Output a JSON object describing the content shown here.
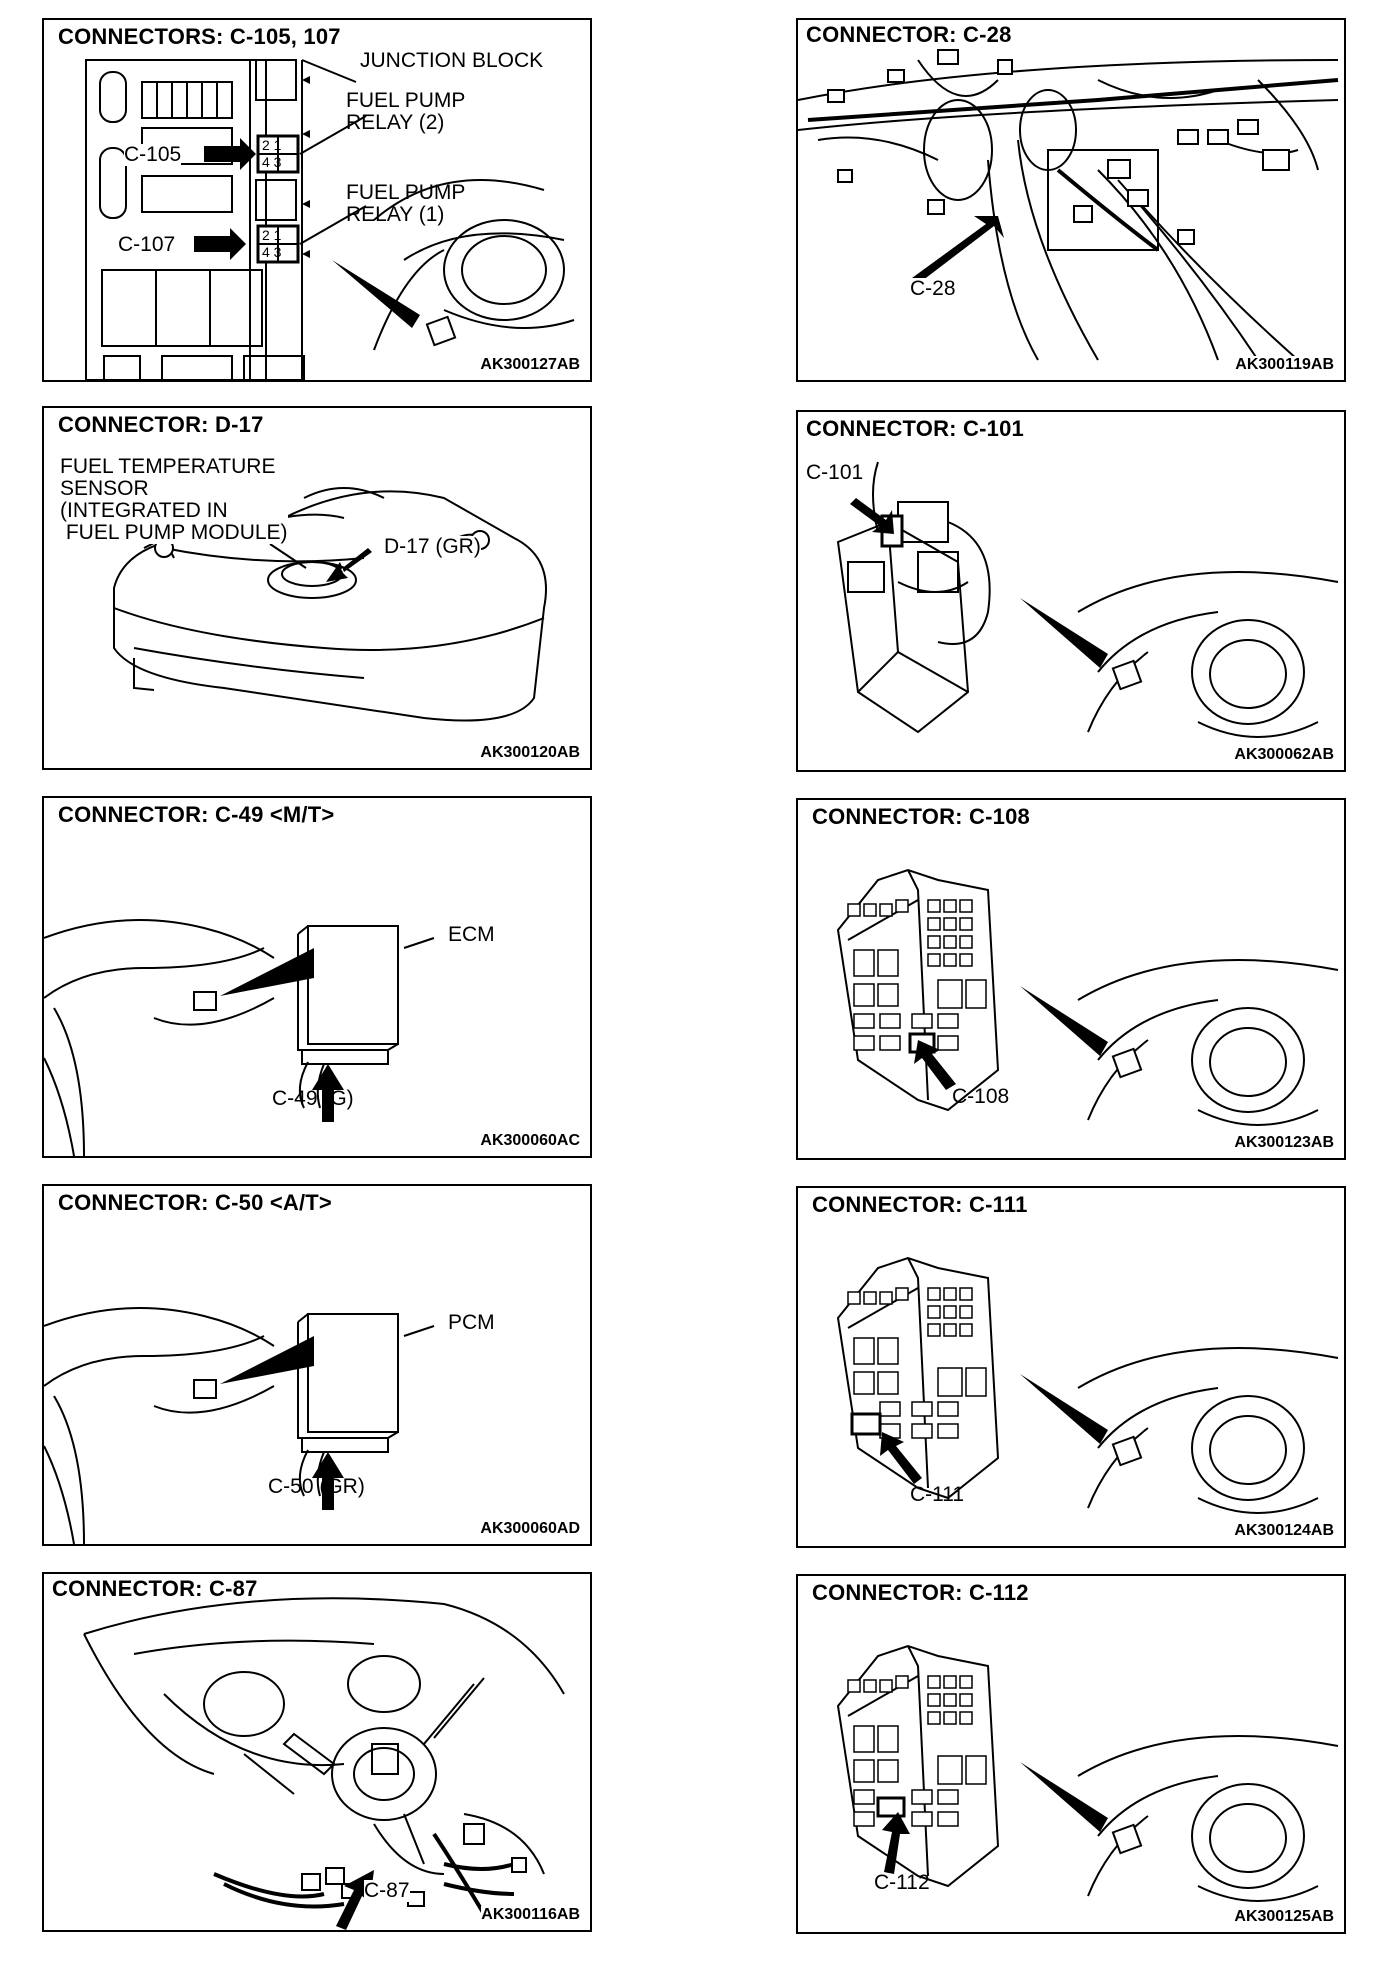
{
  "panels": [
    {
      "title": "CONNECTORS: C-105, 107",
      "code": "AK300127AB",
      "labels": {
        "junction": "JUNCTION BLOCK",
        "relay2": "FUEL PUMP\nRELAY (2)",
        "relay1": "FUEL PUMP\nRELAY (1)",
        "c105": "C-105",
        "c107": "C-107",
        "pins_a": "2 1",
        "pins_b": "4 3"
      }
    },
    {
      "title": "CONNECTOR: C-28",
      "code": "AK300119AB",
      "labels": {
        "conn": "C-28"
      }
    },
    {
      "title": "CONNECTOR: D-17",
      "code": "AK300120AB",
      "labels": {
        "sensor": "FUEL TEMPERATURE\nSENSOR\n(INTEGRATED IN\n FUEL PUMP MODULE)",
        "conn": "D-17 (GR)"
      }
    },
    {
      "title": "CONNECTOR: C-101",
      "code": "AK300062AB",
      "labels": {
        "conn": "C-101"
      }
    },
    {
      "title": "CONNECTOR: C-49 <M/T>",
      "code": "AK300060AC",
      "labels": {
        "unit": "ECM",
        "conn": "C-49 (G)"
      }
    },
    {
      "title": "CONNECTOR: C-108",
      "code": "AK300123AB",
      "labels": {
        "conn": "C-108"
      }
    },
    {
      "title": "CONNECTOR: C-50 <A/T>",
      "code": "AK300060AD",
      "labels": {
        "unit": "PCM",
        "conn": "C-50 (GR)"
      }
    },
    {
      "title": "CONNECTOR: C-111",
      "code": "AK300124AB",
      "labels": {
        "conn": "C-111"
      }
    },
    {
      "title": "CONNECTOR: C-87",
      "code": "AK300116AB",
      "labels": {
        "conn": "C-87"
      }
    },
    {
      "title": "CONNECTOR: C-112",
      "code": "AK300125AB",
      "labels": {
        "conn": "C-112"
      }
    }
  ]
}
